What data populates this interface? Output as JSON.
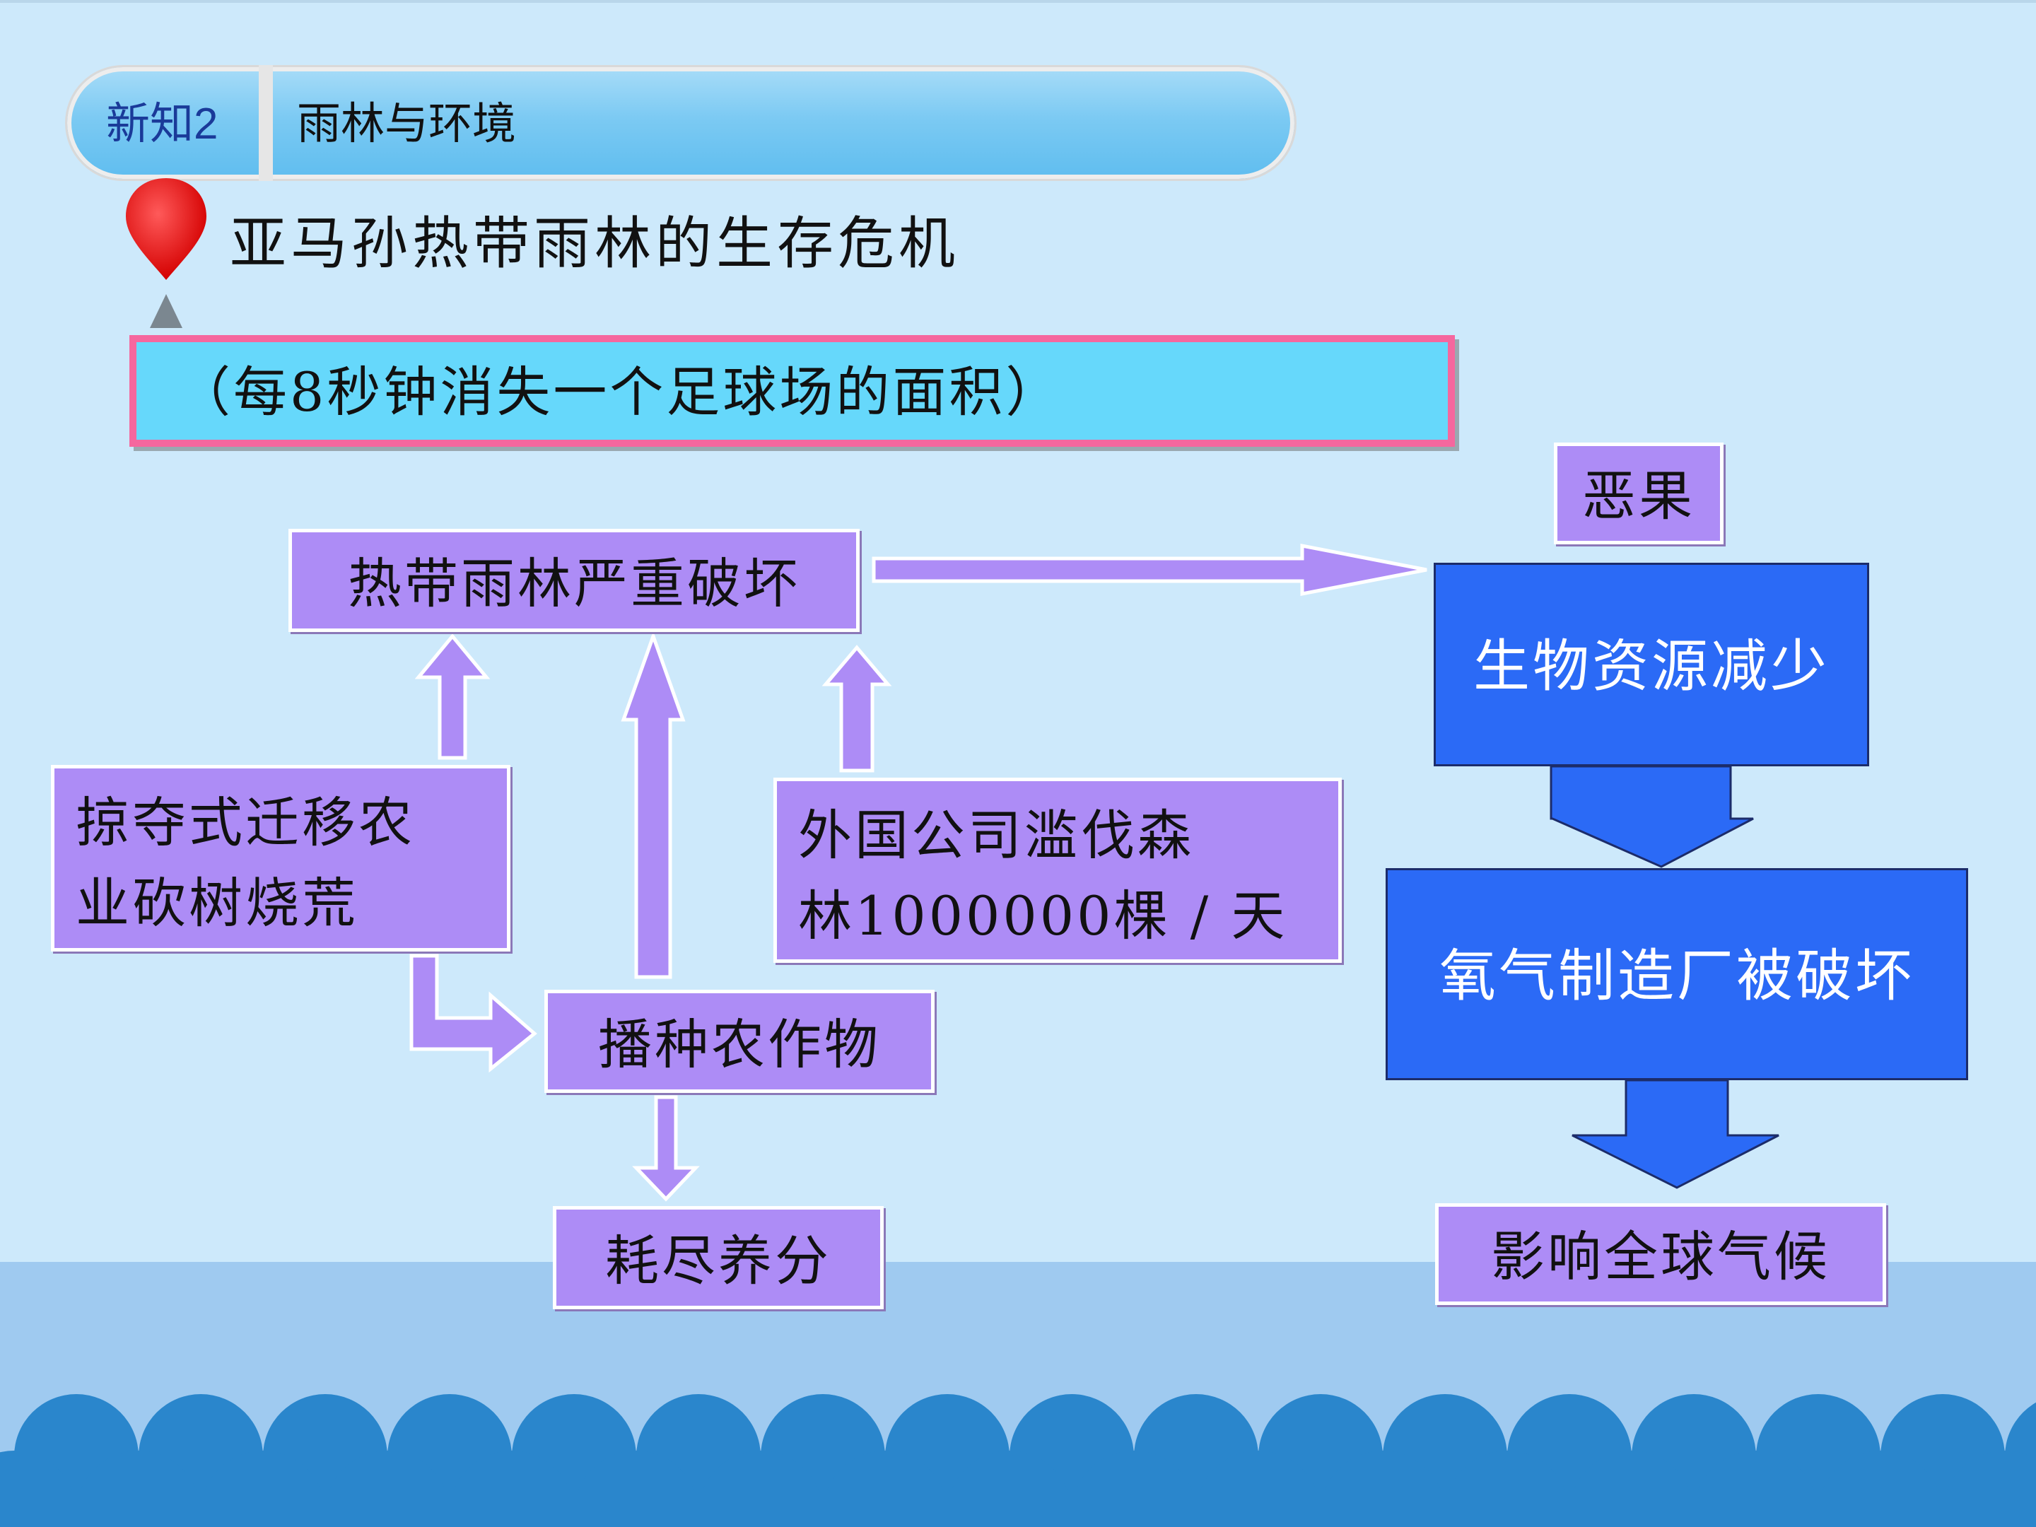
{
  "header": {
    "badge_label": "新知",
    "badge_number": "2",
    "title": "雨林与环境"
  },
  "main": {
    "title": "亚马孙热带雨林的生存危机",
    "stat_banner": "（每8秒钟消失一个足球场的面积）"
  },
  "diagram": {
    "rainforest_damage": "热带雨林严重破坏",
    "slash_burn_line1": "掠夺式迁移农",
    "slash_burn_line2": "业砍树烧荒",
    "logging_line1": "外国公司滥伐森",
    "logging_line2": "林1000000棵 / 天",
    "crops": "播种农作物",
    "nutrients": "耗尽养分",
    "consequence_label": "恶果",
    "bio_resources": "生物资源减少",
    "oxygen": "氧气制造厂被破坏",
    "climate": "影响全球气候"
  },
  "colors": {
    "background": "#cde9fb",
    "purple_box": "#ad8cf6",
    "blue_box": "#2b6af6",
    "banner_fill": "#66d8fb",
    "banner_border": "#f5679e",
    "pin": "#ee1010",
    "waves": "#2a86cc"
  }
}
